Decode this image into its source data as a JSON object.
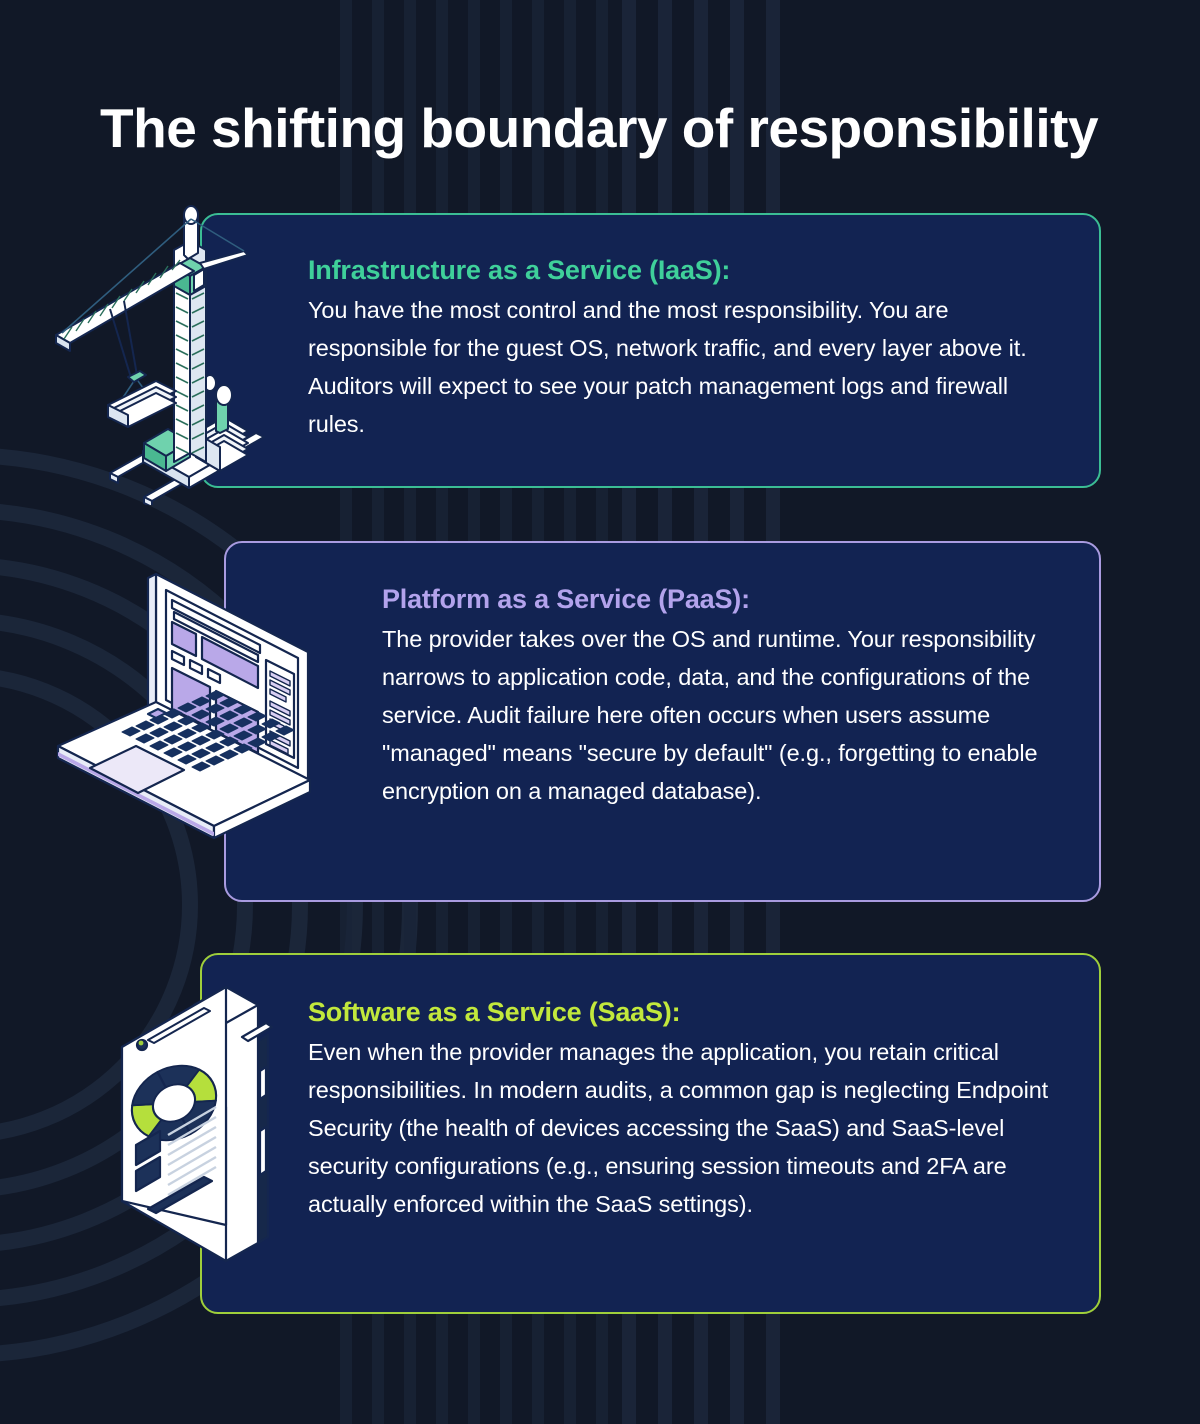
{
  "page": {
    "title": "The shifting boundary of responsibility",
    "background_color": "#111827",
    "card_fill_color": "#122352"
  },
  "cards": [
    {
      "id": "iaas",
      "heading": "Infrastructure as a Service (IaaS):",
      "body": "You have the most control and the most responsibility. You are responsible for the guest OS, network traffic, and every layer above it. Auditors will expect to see your patch management logs and firewall rules.",
      "accent_color": "#3fd09a",
      "border_color": "#3bbd94",
      "illustration": "construction-crane-icon"
    },
    {
      "id": "paas",
      "heading": "Platform as a Service (PaaS):",
      "body": "The provider takes over the OS and runtime. Your responsibility narrows to application code, data, and the configurations of the service. Audit failure here often occurs when users assume \"managed\" means \"secure by default\" (e.g., forgetting to enable encryption on a managed database).",
      "accent_color": "#b3a3ec",
      "border_color": "#a99be0",
      "illustration": "laptop-icon"
    },
    {
      "id": "saas",
      "heading": "Software as a Service (SaaS):",
      "body": "Even when the provider manages the application, you retain critical responsibilities. In modern audits, a common gap is neglecting Endpoint Security (the health of devices accessing the SaaS) and SaaS-level security configurations (e.g., ensuring session timeouts and 2FA are actually enforced within the SaaS settings).",
      "accent_color": "#c2e83c",
      "border_color": "#9fcf3b",
      "illustration": "smartphone-dashboard-icon"
    }
  ]
}
